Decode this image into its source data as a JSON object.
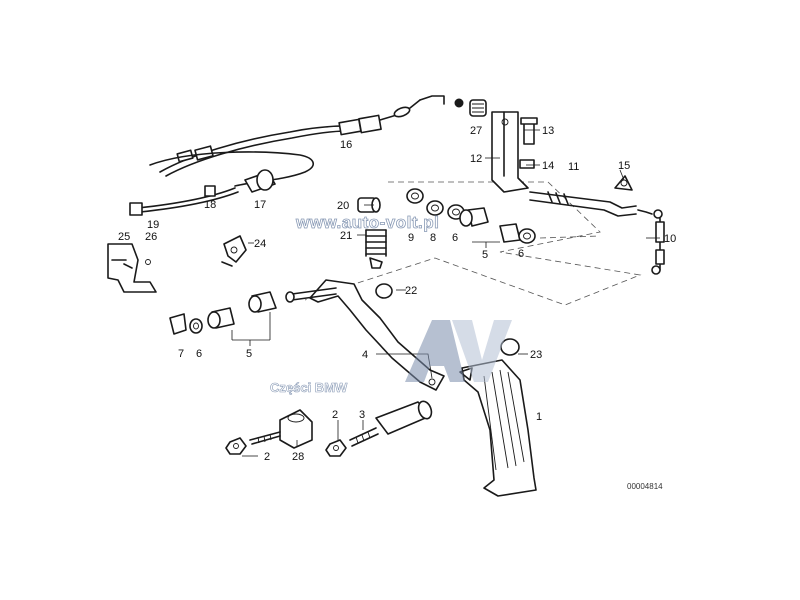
{
  "diagram": {
    "drawing_code": "00004814",
    "watermarks": {
      "site": "www.auto-volt.pl",
      "brand": "Części BMW",
      "logo_letters": "AV"
    },
    "callouts": [
      {
        "id": "c1",
        "text": "1"
      },
      {
        "id": "c2a",
        "text": "2"
      },
      {
        "id": "c2b",
        "text": "2"
      },
      {
        "id": "c3",
        "text": "3"
      },
      {
        "id": "c4",
        "text": "4"
      },
      {
        "id": "c5a",
        "text": "5"
      },
      {
        "id": "c5b",
        "text": "5"
      },
      {
        "id": "c6a",
        "text": "6"
      },
      {
        "id": "c6b",
        "text": "6"
      },
      {
        "id": "c6c",
        "text": "6"
      },
      {
        "id": "c7",
        "text": "7"
      },
      {
        "id": "c8",
        "text": "8"
      },
      {
        "id": "c9",
        "text": "9"
      },
      {
        "id": "c10",
        "text": "10"
      },
      {
        "id": "c11",
        "text": "11"
      },
      {
        "id": "c12",
        "text": "12"
      },
      {
        "id": "c13",
        "text": "13"
      },
      {
        "id": "c14",
        "text": "14"
      },
      {
        "id": "c15",
        "text": "15"
      },
      {
        "id": "c16",
        "text": "16"
      },
      {
        "id": "c17",
        "text": "17"
      },
      {
        "id": "c18",
        "text": "18"
      },
      {
        "id": "c19",
        "text": "19"
      },
      {
        "id": "c20",
        "text": "20"
      },
      {
        "id": "c21",
        "text": "21"
      },
      {
        "id": "c22",
        "text": "22"
      },
      {
        "id": "c23",
        "text": "23"
      },
      {
        "id": "c24",
        "text": "24"
      },
      {
        "id": "c25",
        "text": "25"
      },
      {
        "id": "c26",
        "text": "26"
      },
      {
        "id": "c27",
        "text": "27"
      },
      {
        "id": "c28",
        "text": "28"
      }
    ]
  }
}
